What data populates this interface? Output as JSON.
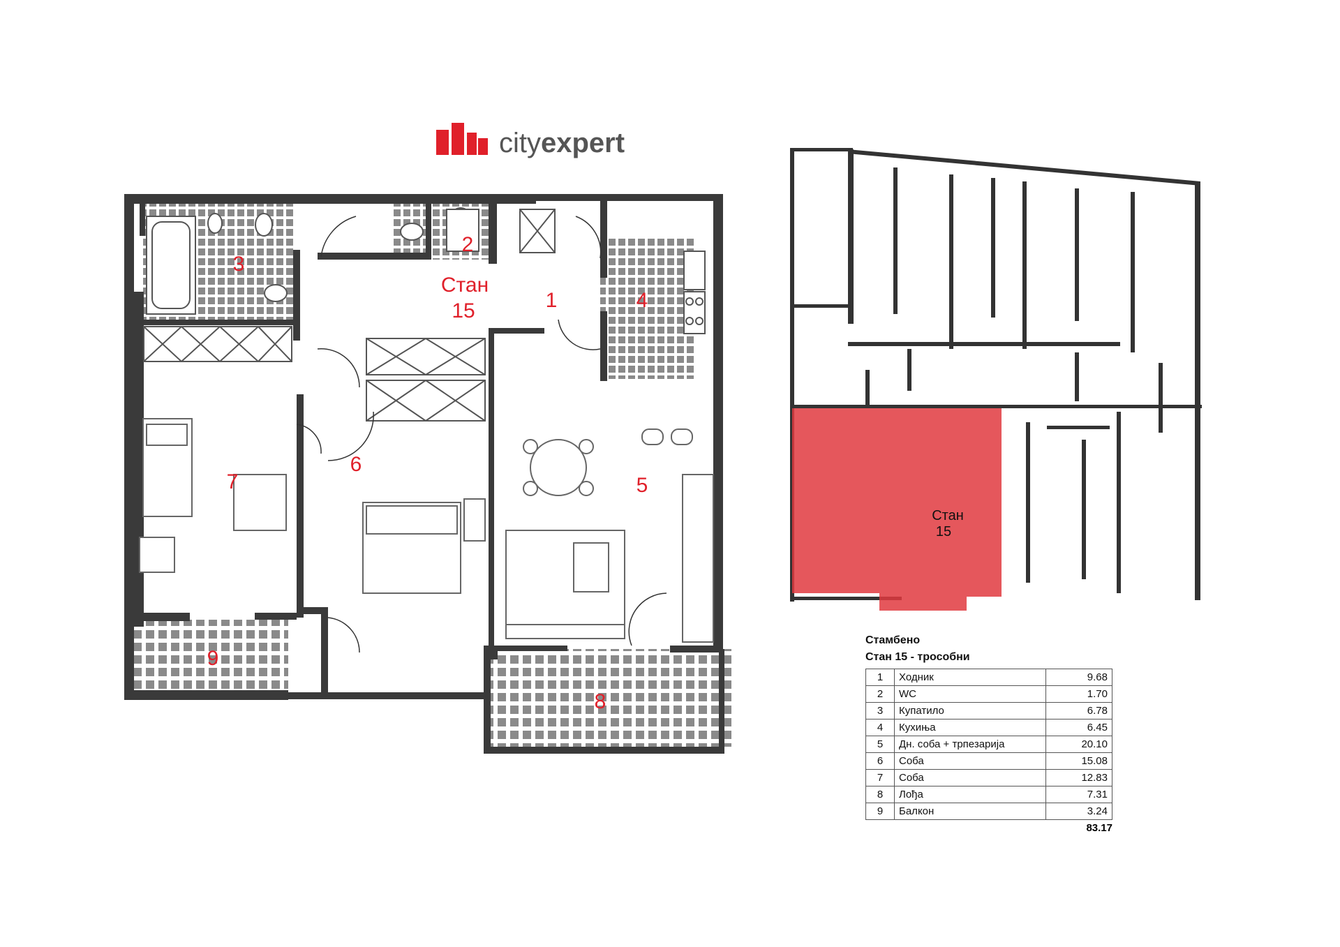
{
  "brand": {
    "name_light": "city",
    "name_bold": "expert"
  },
  "plan": {
    "unit_title": "Стан",
    "unit_number": "15",
    "room_numbers": [
      "1",
      "2",
      "3",
      "4",
      "5",
      "6",
      "7",
      "8",
      "9"
    ]
  },
  "building": {
    "unit_title": "Стан",
    "unit_number": "15"
  },
  "legend": {
    "category": "Стамбено",
    "apartment": "Стан 15 - трособни",
    "rows": [
      {
        "no": "1",
        "name": "Ходник",
        "area": "9.68"
      },
      {
        "no": "2",
        "name": "WC",
        "area": "1.70"
      },
      {
        "no": "3",
        "name": "Купатило",
        "area": "6.78"
      },
      {
        "no": "4",
        "name": "Кухиња",
        "area": "6.45"
      },
      {
        "no": "5",
        "name": "Дн. соба + трпезарија",
        "area": "20.10"
      },
      {
        "no": "6",
        "name": "Соба",
        "area": "15.08"
      },
      {
        "no": "7",
        "name": "Соба",
        "area": "12.83"
      },
      {
        "no": "8",
        "name": "Лођа",
        "area": "7.31"
      },
      {
        "no": "9",
        "name": "Балкон",
        "area": "3.24"
      }
    ],
    "total": "83.17"
  },
  "colors": {
    "accent": "#e0202a",
    "wall": "#3a3a3a",
    "tile": "#8a8a8a",
    "highlight": "#e03a3f"
  }
}
